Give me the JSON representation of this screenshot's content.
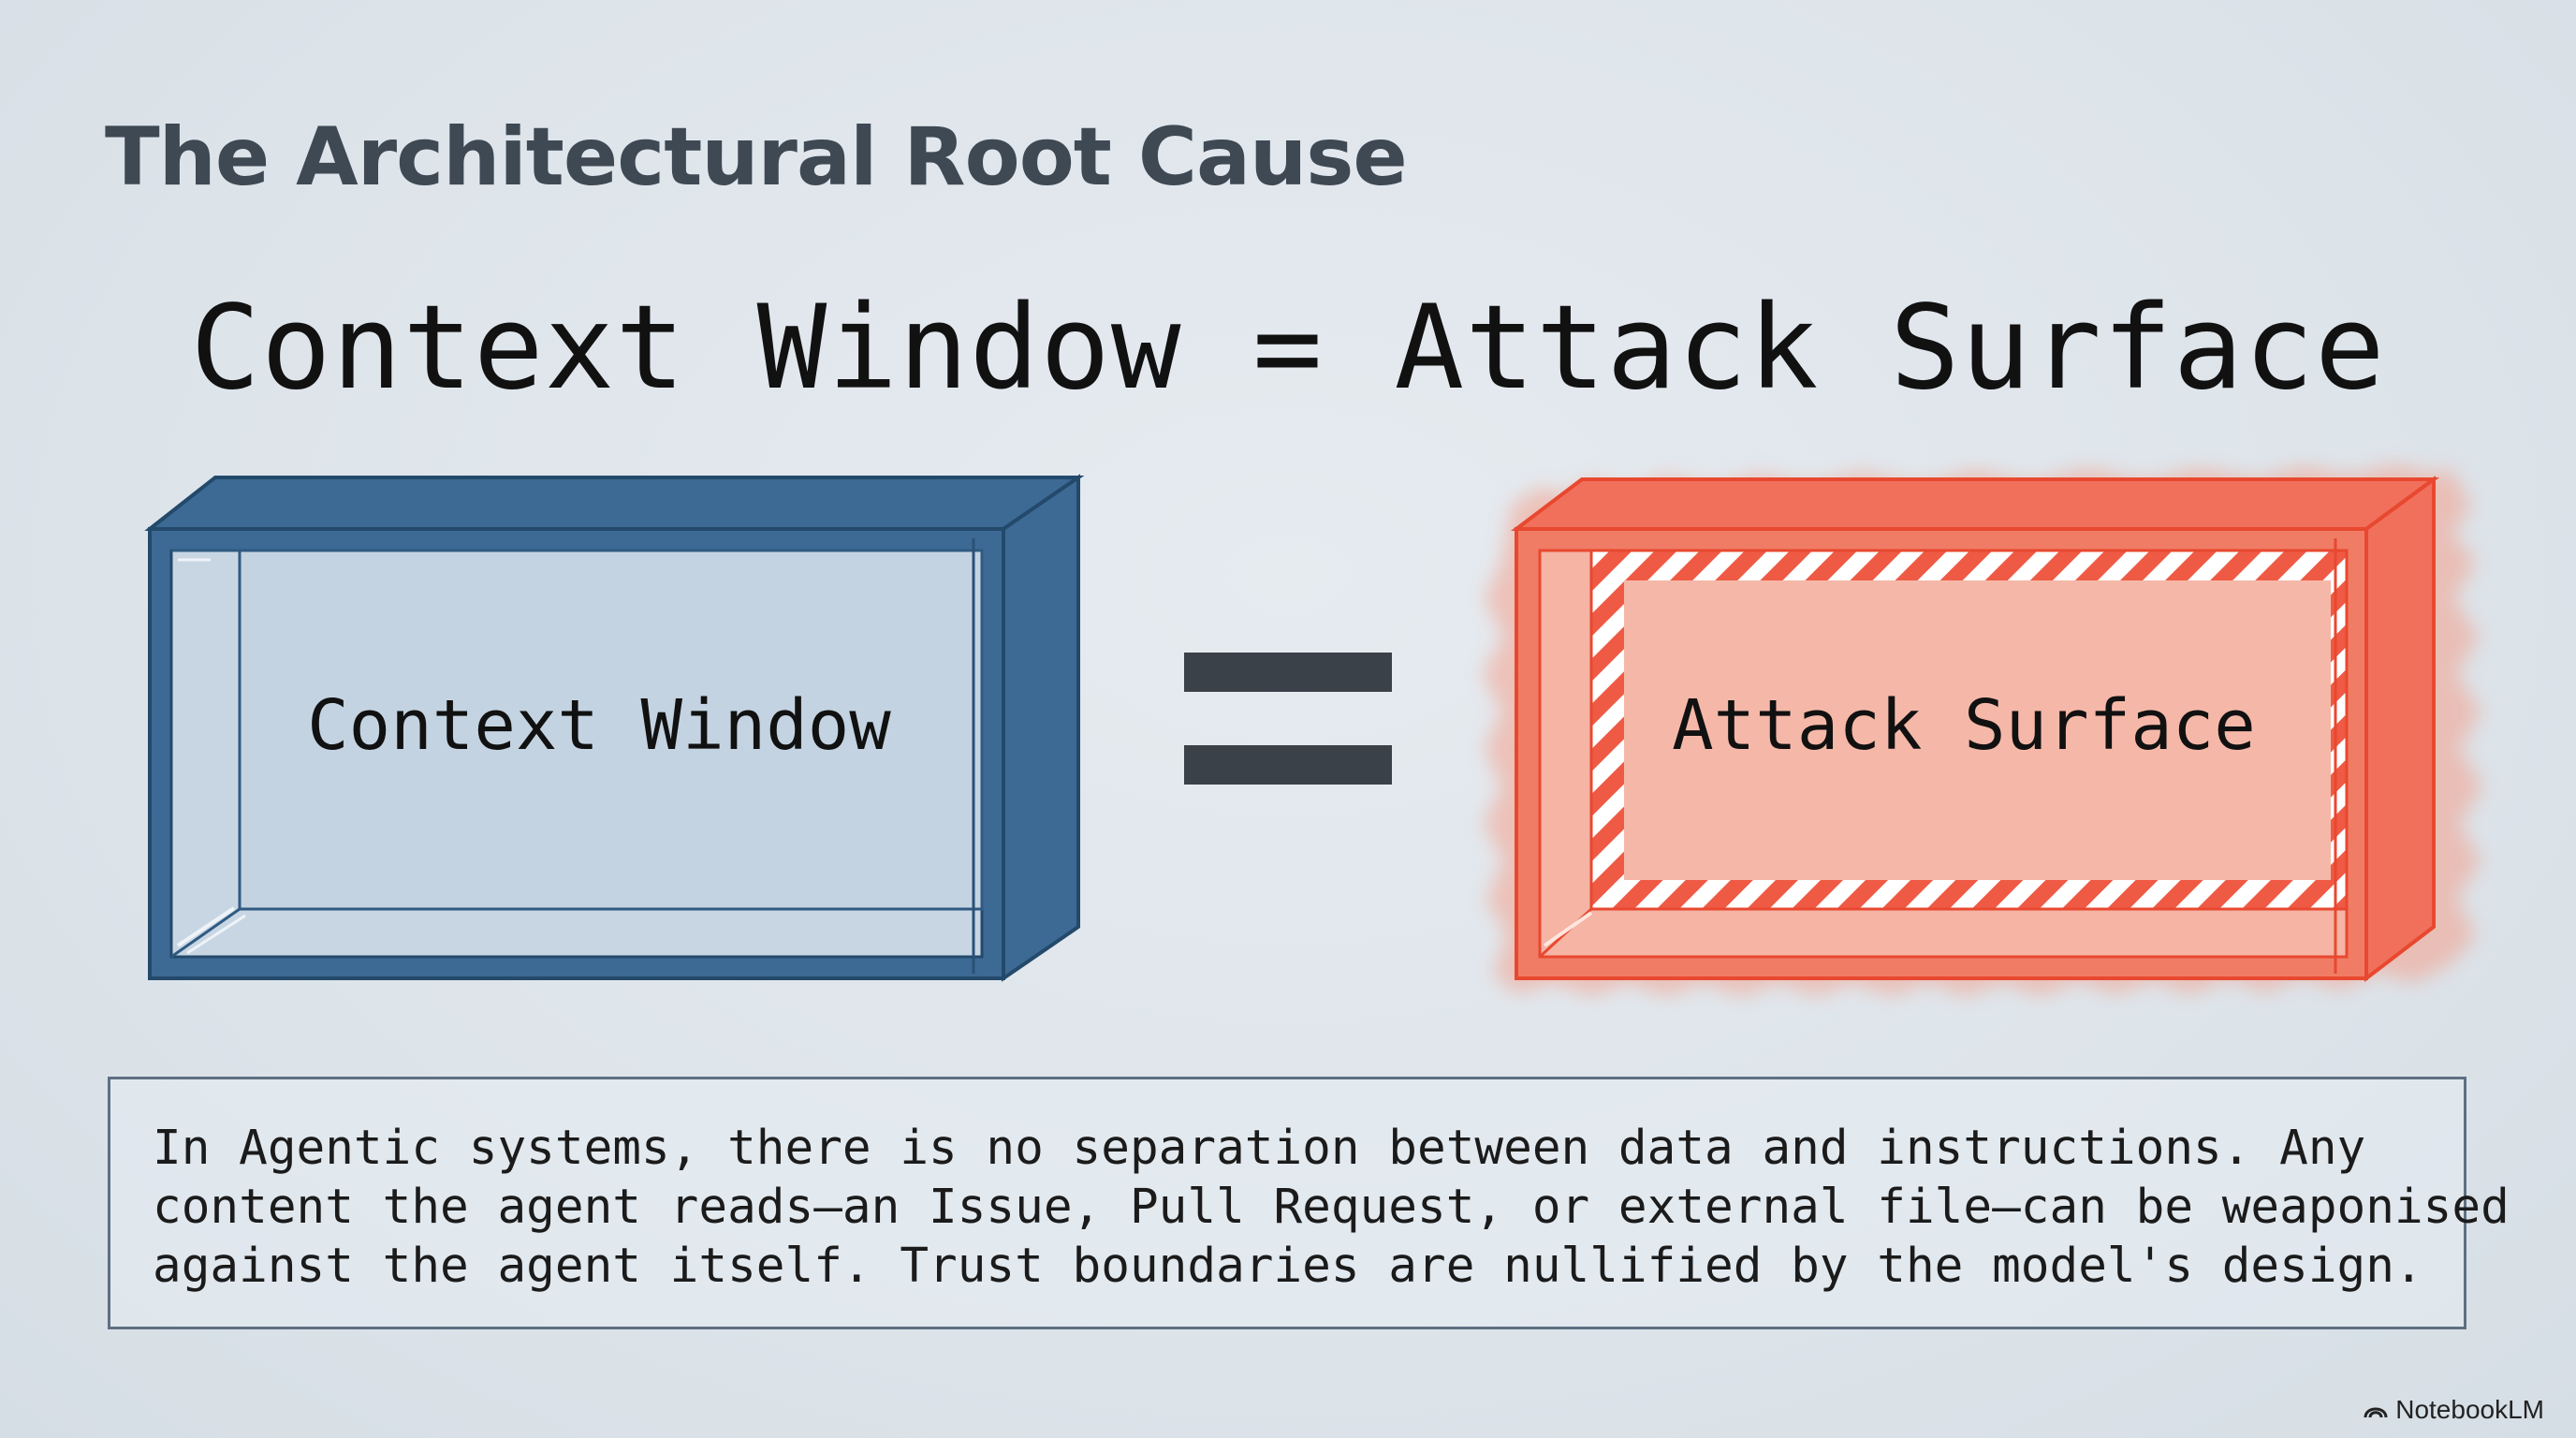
{
  "title": "The Architectural Root Cause",
  "headline": "Context Window = Attack Surface",
  "diagram": {
    "left_box_label": "Context Window",
    "right_box_label": "Attack Surface",
    "left_color": "#3d6a94",
    "right_color": "#ef5a45"
  },
  "description": {
    "lines": [
      "In Agentic systems, there is no separation between data and instructions. Any",
      "content the agent reads—an Issue, Pull Request, or external file—can be weaponised",
      "against the agent itself. Trust boundaries are nullified by the model's design."
    ]
  },
  "branding": {
    "label": "NotebookLM",
    "icon": "notebooklm-logo-icon"
  }
}
